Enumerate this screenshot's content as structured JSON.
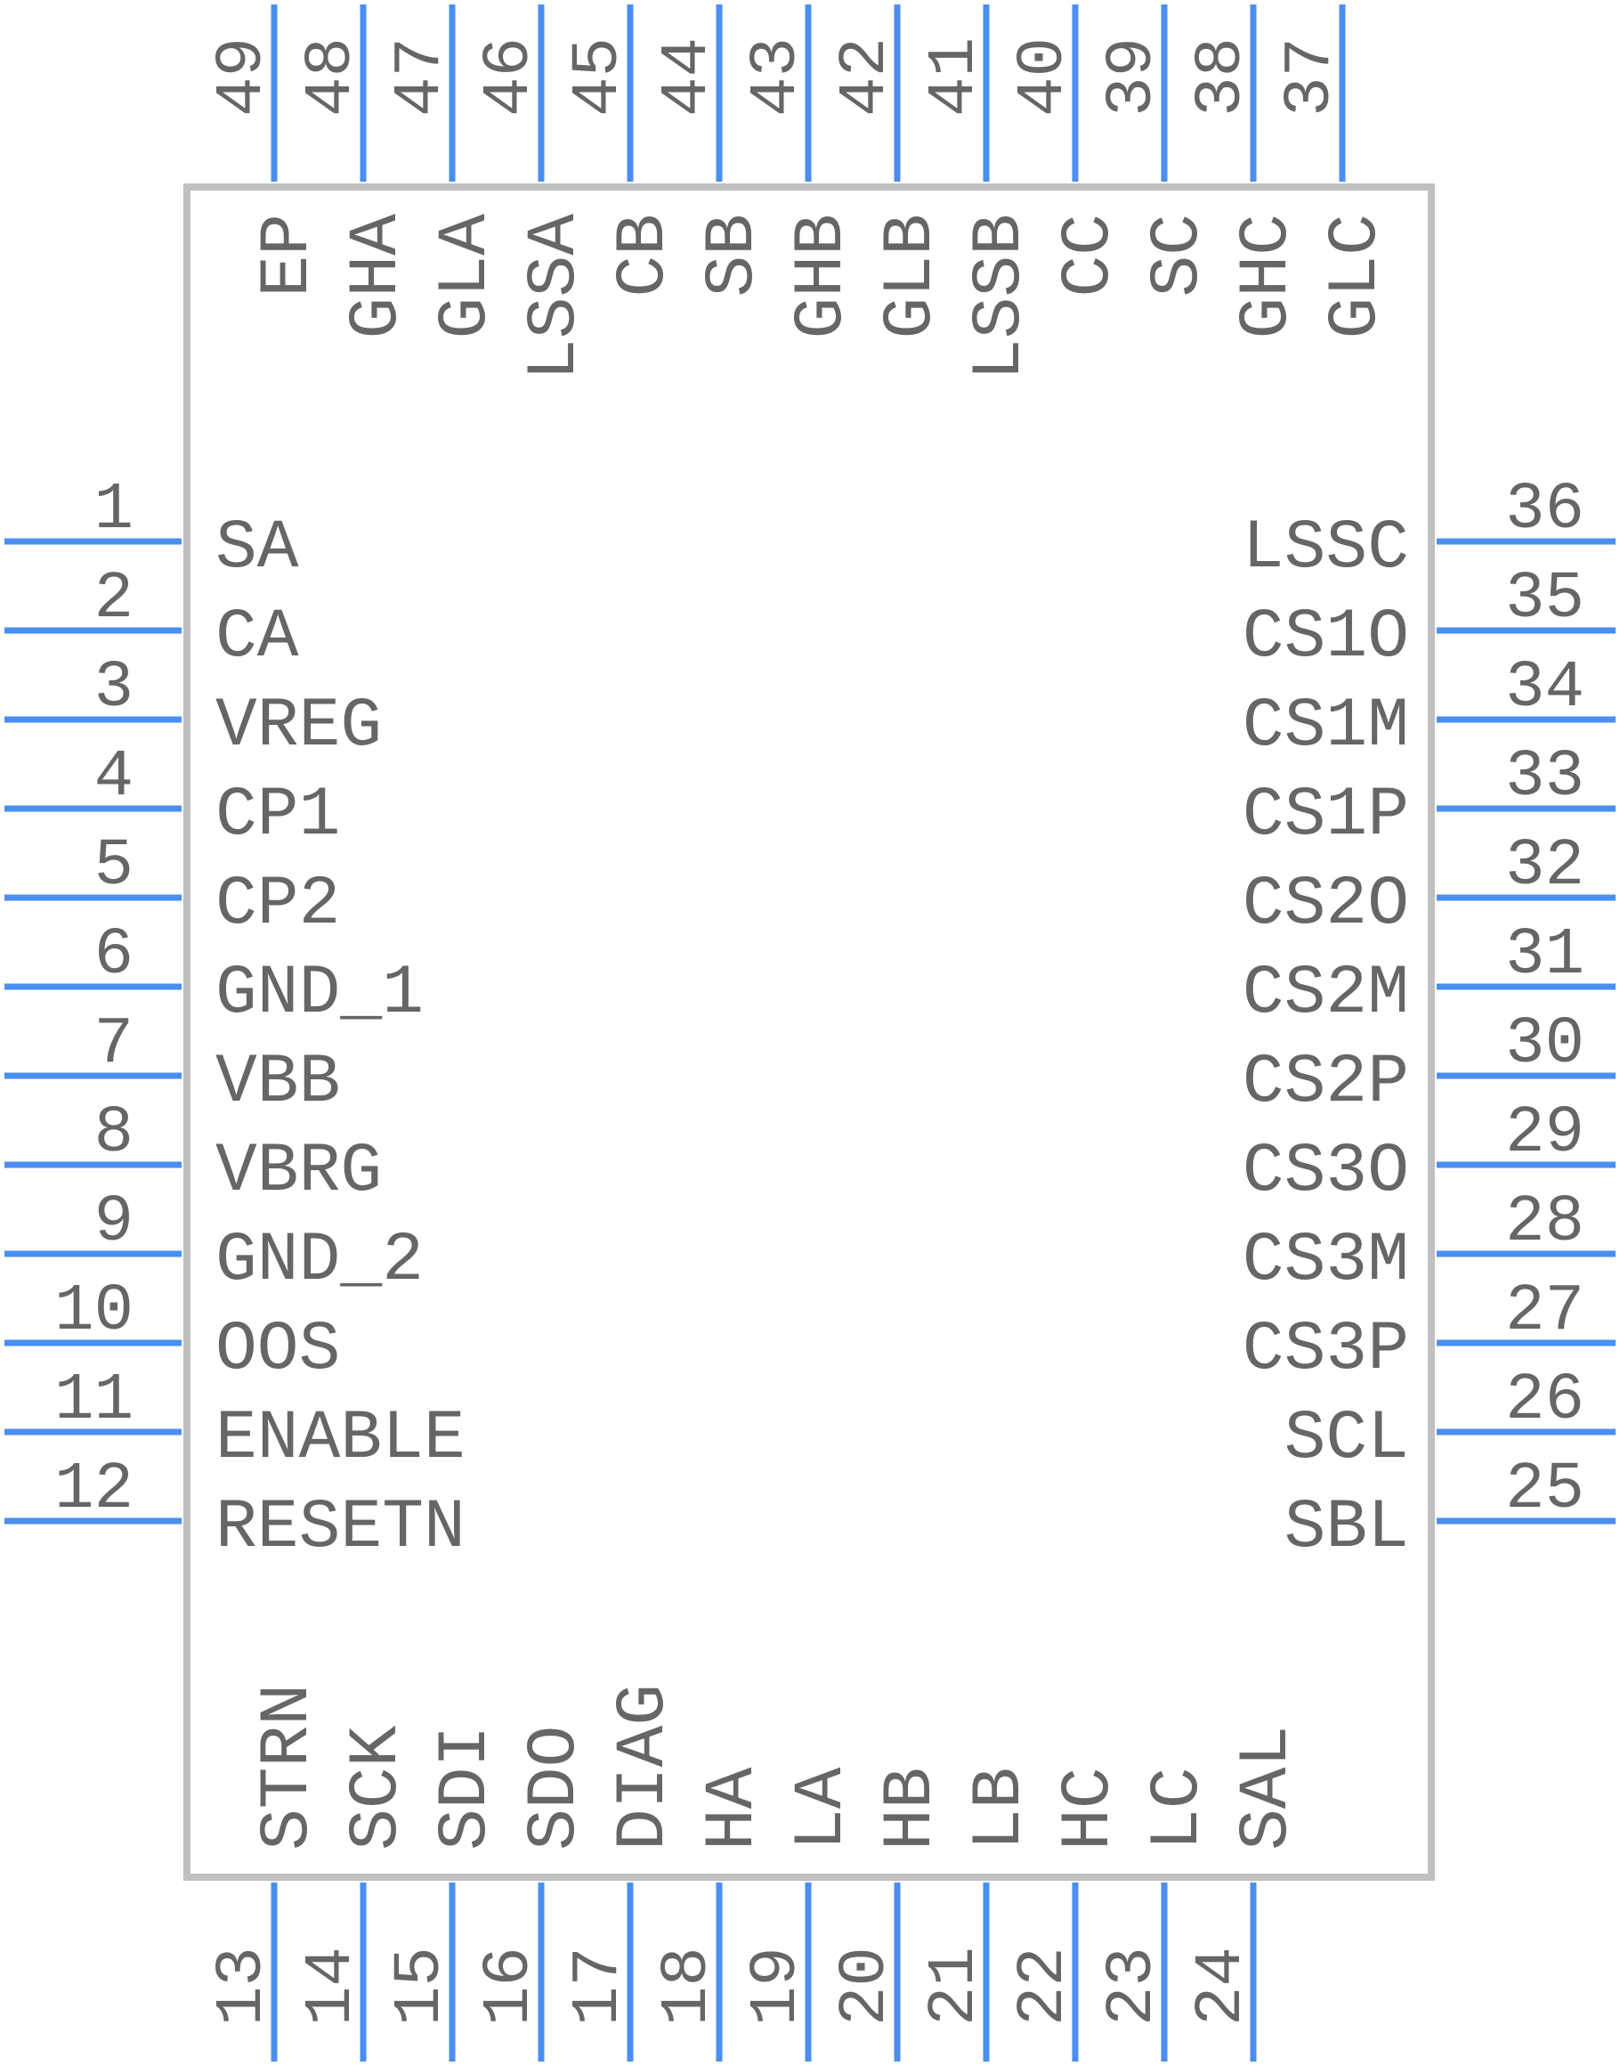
{
  "colors": {
    "pin_line": "#4a8ef0",
    "body_outline": "#c0c0c0",
    "text": "#666666",
    "background": "#ffffff"
  },
  "pins": {
    "left": [
      {
        "number": "1",
        "name": "SA"
      },
      {
        "number": "2",
        "name": "CA"
      },
      {
        "number": "3",
        "name": "VREG"
      },
      {
        "number": "4",
        "name": "CP1"
      },
      {
        "number": "5",
        "name": "CP2"
      },
      {
        "number": "6",
        "name": "GND_1"
      },
      {
        "number": "7",
        "name": "VBB"
      },
      {
        "number": "8",
        "name": "VBRG"
      },
      {
        "number": "9",
        "name": "GND_2"
      },
      {
        "number": "10",
        "name": "OOS"
      },
      {
        "number": "11",
        "name": "ENABLE"
      },
      {
        "number": "12",
        "name": "RESETN"
      }
    ],
    "bottom": [
      {
        "number": "13",
        "name": "STRN"
      },
      {
        "number": "14",
        "name": "SCK"
      },
      {
        "number": "15",
        "name": "SDI"
      },
      {
        "number": "16",
        "name": "SDO"
      },
      {
        "number": "17",
        "name": "DIAG"
      },
      {
        "number": "18",
        "name": "HA"
      },
      {
        "number": "19",
        "name": "LA"
      },
      {
        "number": "20",
        "name": "HB"
      },
      {
        "number": "21",
        "name": "LB"
      },
      {
        "number": "22",
        "name": "HC"
      },
      {
        "number": "23",
        "name": "LC"
      },
      {
        "number": "24",
        "name": "SAL"
      }
    ],
    "right": [
      {
        "number": "25",
        "name": "SBL"
      },
      {
        "number": "26",
        "name": "SCL"
      },
      {
        "number": "27",
        "name": "CS3P"
      },
      {
        "number": "28",
        "name": "CS3M"
      },
      {
        "number": "29",
        "name": "CS3O"
      },
      {
        "number": "30",
        "name": "CS2P"
      },
      {
        "number": "31",
        "name": "CS2M"
      },
      {
        "number": "32",
        "name": "CS2O"
      },
      {
        "number": "33",
        "name": "CS1P"
      },
      {
        "number": "34",
        "name": "CS1M"
      },
      {
        "number": "35",
        "name": "CS1O"
      },
      {
        "number": "36",
        "name": "LSSC"
      }
    ],
    "top": [
      {
        "number": "37",
        "name": "GLC"
      },
      {
        "number": "38",
        "name": "GHC"
      },
      {
        "number": "39",
        "name": "SC"
      },
      {
        "number": "40",
        "name": "CC"
      },
      {
        "number": "41",
        "name": "LSSB"
      },
      {
        "number": "42",
        "name": "GLB"
      },
      {
        "number": "43",
        "name": "GHB"
      },
      {
        "number": "44",
        "name": "SB"
      },
      {
        "number": "45",
        "name": "CB"
      },
      {
        "number": "46",
        "name": "LSSA"
      },
      {
        "number": "47",
        "name": "GLA"
      },
      {
        "number": "48",
        "name": "GHA"
      },
      {
        "number": "49",
        "name": "EP"
      }
    ]
  }
}
